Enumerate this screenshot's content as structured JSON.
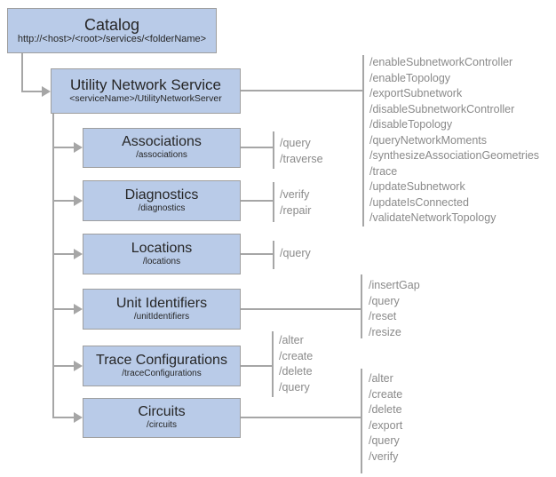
{
  "colors": {
    "box_fill": "#b9cbe8",
    "box_border": "#9e9e9e",
    "connector_line": "#a6a6a6",
    "operation_text": "#8a8a8a",
    "title_text": "#262626"
  },
  "catalog": {
    "title": "Catalog",
    "subtitle": "http://<host>/<root>/services/<folderName>"
  },
  "service": {
    "title": "Utility Network Service",
    "subtitle": "<serviceName>/UtilityNetworkServer",
    "operations": [
      "/enableSubnetworkController",
      "/enableTopology",
      "/exportSubnetwork",
      "/disableSubnetworkController",
      "/disableTopology",
      "/queryNetworkMoments",
      "/synthesizeAssociationGeometries",
      "/trace",
      "/updateSubnetwork",
      "/updateIsConnected",
      "/validateNetworkTopology"
    ]
  },
  "children": [
    {
      "title": "Associations",
      "subtitle": "/associations",
      "operations": [
        "/query",
        "/traverse"
      ]
    },
    {
      "title": "Diagnostics",
      "subtitle": "/diagnostics",
      "operations": [
        "/verify",
        "/repair"
      ]
    },
    {
      "title": "Locations",
      "subtitle": "/locations",
      "operations": [
        "/query"
      ]
    },
    {
      "title": "Unit Identifiers",
      "subtitle": "/unitIdentifiers",
      "operations": [
        "/insertGap",
        "/query",
        "/reset",
        "/resize"
      ]
    },
    {
      "title": "Trace Configurations",
      "subtitle": "/traceConfigurations",
      "operations": [
        "/alter",
        "/create",
        "/delete",
        "/query"
      ]
    },
    {
      "title": "Circuits",
      "subtitle": "/circuits",
      "operations": [
        "/alter",
        "/create",
        "/delete",
        "/export",
        "/query",
        "/verify"
      ]
    }
  ]
}
